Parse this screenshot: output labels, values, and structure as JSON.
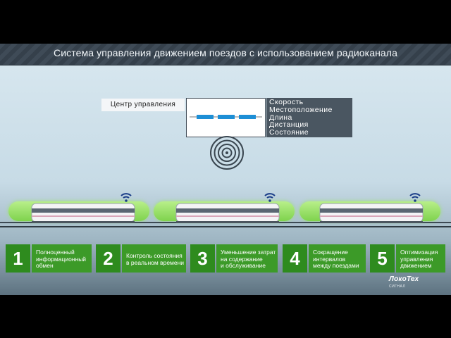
{
  "title": "Система управления движением поездов с использованием радиоканала",
  "control_center": {
    "label": "Центр управления",
    "parameters": [
      "Скорость",
      "Местоположение",
      "Длина",
      "Дистанция",
      "Состояние"
    ]
  },
  "benefits": [
    {
      "number": "1",
      "lines": [
        "Полноценный",
        "информационный",
        "обмен"
      ]
    },
    {
      "number": "2",
      "lines": [
        "Контроль состояния",
        "в реальном времени"
      ]
    },
    {
      "number": "3",
      "lines": [
        "Уменьшение затрат",
        "на содержание",
        "и обслуживание"
      ]
    },
    {
      "number": "4",
      "lines": [
        "Сокращение",
        "интервалов",
        "между поездами"
      ]
    },
    {
      "number": "5",
      "lines": [
        "Оптимизация",
        "управления",
        "движением"
      ]
    }
  ],
  "logo": {
    "name": "ЛокоТех",
    "sub": "СИГНАЛ"
  },
  "colors": {
    "accent_green": "#3c9a28",
    "dark_green": "#2e8b1e",
    "platform_glow": "#8de05c",
    "signal_blue": "#1d8fd6",
    "panel_dark": "#4a5661"
  },
  "icons": [
    "wifi-signal-icon",
    "radio-wave-icon"
  ]
}
